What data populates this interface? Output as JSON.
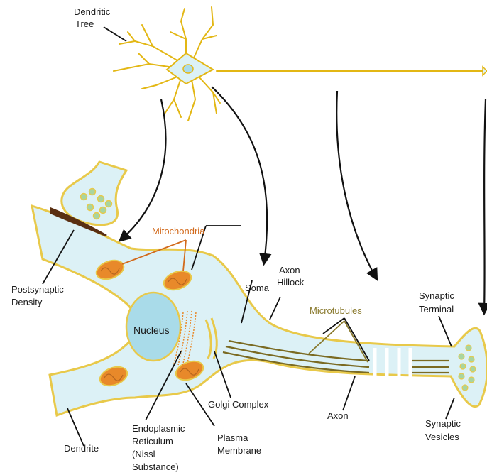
{
  "labels": {
    "dendritic_tree": [
      "Dendritic",
      "Tree"
    ],
    "postsynaptic_density": [
      "Postsynaptic",
      "Density"
    ],
    "mitochondria": "Mitochondria",
    "soma": "Soma",
    "axon_hillock": [
      "Axon",
      "Hillock"
    ],
    "microtubules": "Microtubules",
    "synaptic_terminal": [
      "Synaptic",
      "Terminal"
    ],
    "nucleus": "Nucleus",
    "golgi_complex": "Golgi Complex",
    "axon": "Axon",
    "synaptic_vesicles": [
      "Synaptic",
      "Vesicles"
    ],
    "endoplasmic_reticulum": [
      "Endoplasmic",
      "Reticulum",
      "(Nissl",
      "Substance)"
    ],
    "plasma_membrane": [
      "Plasma",
      "Membrane"
    ],
    "dendrite": "Dendrite"
  },
  "colors": {
    "membrane": "#e8c94a",
    "cytoplasm": "#dcf1f6",
    "nucleus_fill": "#a9dbe9",
    "mitochondria": "#e8892a",
    "microtubule": "#7a6a22",
    "density": "#5a2f12",
    "vesicle": "#a8d5a0",
    "neuron_line": "#e3b714",
    "mito_label": "#d26a1c",
    "micro_label": "#8a7a2e"
  }
}
